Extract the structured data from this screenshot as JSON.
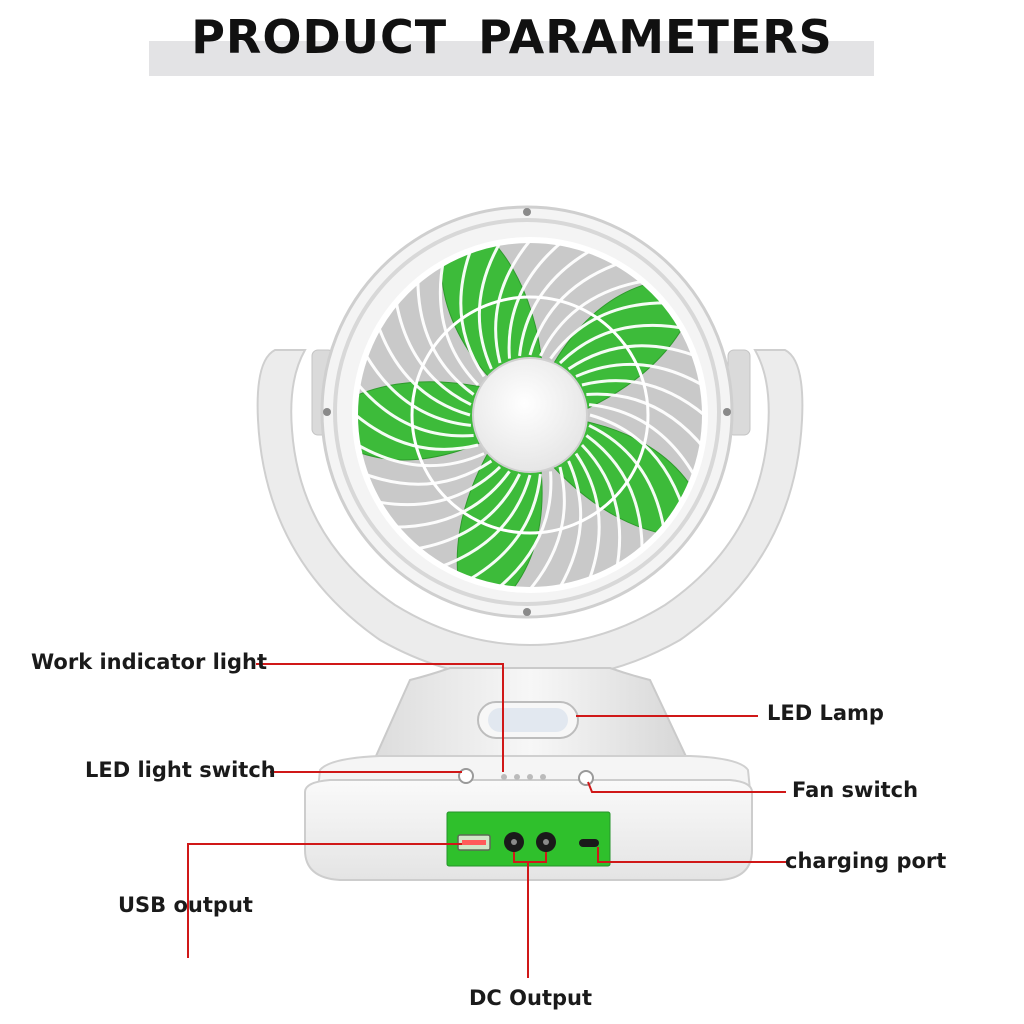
{
  "page": {
    "title": "PRODUCT  PARAMETERS"
  },
  "callouts": {
    "work_indicator_light": "Work indicator light",
    "led_light_switch": "LED light switch",
    "usb_output": "USB output",
    "dc_output": "DC Output",
    "led_lamp": "LED Lamp",
    "fan_switch": "Fan switch",
    "charging_port": "charging port"
  },
  "colors": {
    "blade_green": "#3dbb3a",
    "panel_green": "#2fc02c",
    "callout_line": "#d01818",
    "body_white": "#f2f2f2",
    "title_band": "#e3e3e5"
  },
  "icons": [
    "fan-icon",
    "usb-port-icon",
    "dc-port-icon",
    "type-c-port-icon"
  ]
}
